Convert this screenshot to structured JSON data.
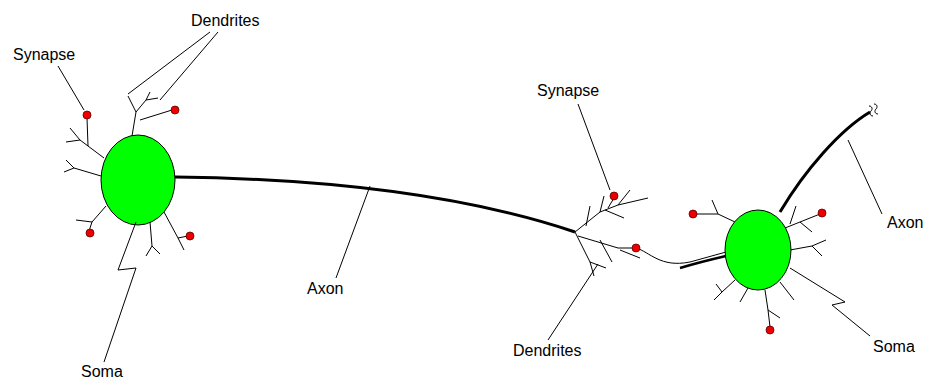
{
  "diagram": {
    "labels": [
      "Dendrites",
      "Synapse",
      "Synapse",
      "Axon",
      "Axon",
      "Dendrites",
      "Soma",
      "Soma"
    ]
  }
}
